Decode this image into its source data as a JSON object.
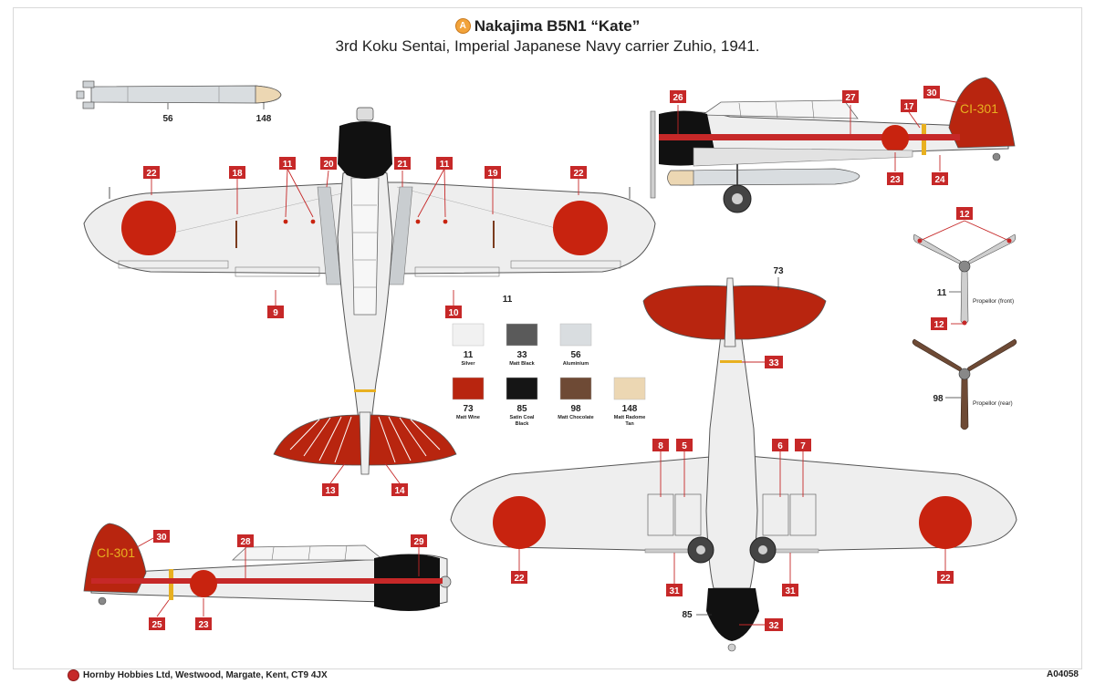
{
  "header": {
    "badge": "A",
    "title": "Nakajima B5N1 “Kate”",
    "subtitle": "3rd Koku Sentai, Imperial Japanese Navy carrier Zuhio, 1941."
  },
  "torpedo": {
    "label_left": "56",
    "label_right": "148"
  },
  "top_view": {
    "paint_callout": "11"
  },
  "bottom_view": {
    "top_callout": "73",
    "nose_callout": "85"
  },
  "side_marking": "CI-301",
  "propellers": {
    "front_callout": "11",
    "front_caption": "Propellor (front)",
    "rear_callout": "98",
    "rear_caption": "Propellor (rear)"
  },
  "decals": {
    "d5": "5",
    "d6": "6",
    "d7": "7",
    "d8": "8",
    "d9": "9",
    "d10": "10",
    "d11": "11",
    "d12": "12",
    "d13": "13",
    "d14": "14",
    "d17": "17",
    "d18": "18",
    "d19": "19",
    "d20": "20",
    "d21": "21",
    "d22": "22",
    "d23": "23",
    "d24": "24",
    "d25": "25",
    "d26": "26",
    "d27": "27",
    "d28": "28",
    "d29": "29",
    "d30": "30",
    "d31": "31",
    "d32": "32",
    "d33": "33"
  },
  "paint_chart": [
    {
      "code": "11",
      "name": "Silver",
      "color": "#f1f1f1"
    },
    {
      "code": "33",
      "name": "Matt Black",
      "color": "#5a5a5a"
    },
    {
      "code": "56",
      "name": "Aluminium",
      "color": "#d9dde0"
    },
    {
      "code": "73",
      "name": "Matt Wine",
      "color": "#b8250f"
    },
    {
      "code": "85",
      "name": "Satin Coal Black",
      "color": "#151515"
    },
    {
      "code": "98",
      "name": "Matt Chocolate",
      "color": "#6e4a35"
    },
    {
      "code": "148",
      "name": "Matt Radome Tan",
      "color": "#ecd7b3"
    }
  ],
  "colors": {
    "hinomaru": "#c8230f",
    "tail_red": "#b8250f",
    "airframe": "#eeeeee",
    "cowling": "#111111",
    "decal_box": "#c62828",
    "tail_stripe": "#e8b020",
    "torpedo": "#d9dde0",
    "torpedo_tip": "#ecd7b3",
    "prop_metal": "#cfcfcf",
    "prop_wood": "#6e4a35"
  },
  "footer": {
    "company": "Hornby Hobbies Ltd, Westwood, Margate, Kent, CT9 4JX",
    "code": "A04058"
  }
}
